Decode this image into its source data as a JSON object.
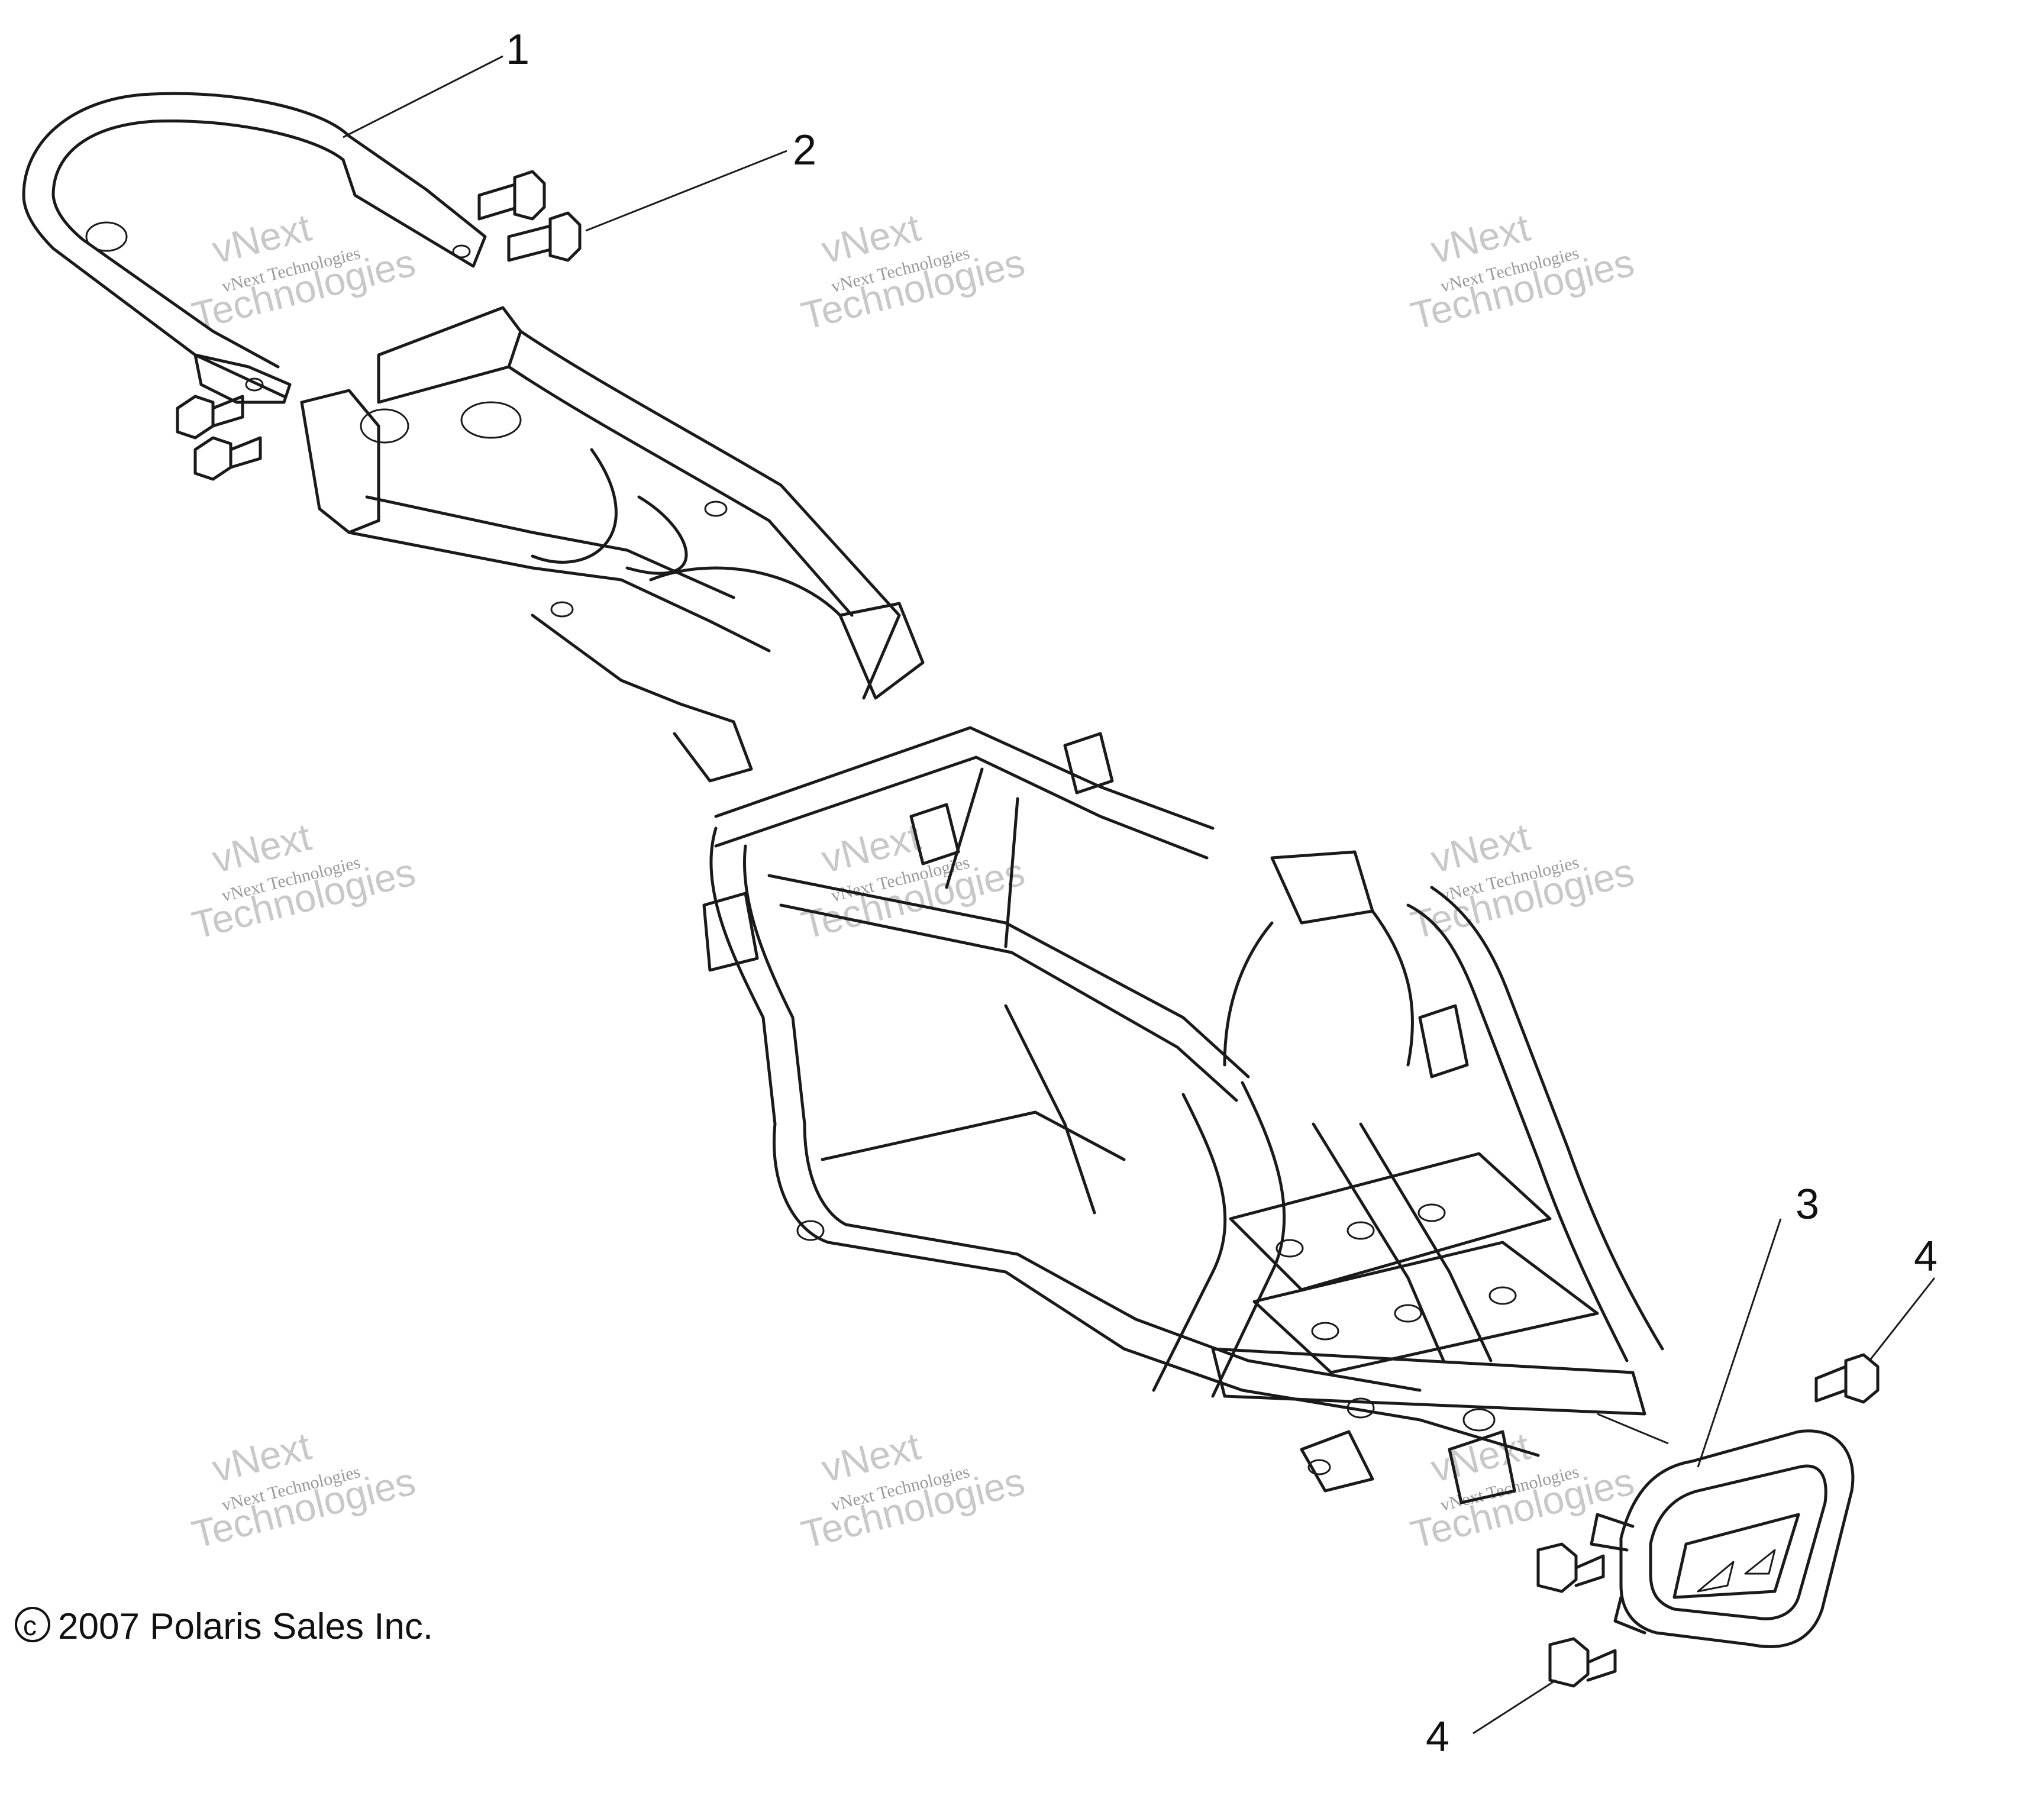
{
  "callouts": [
    {
      "id": "callout-1",
      "label": "1"
    },
    {
      "id": "callout-2",
      "label": "2"
    },
    {
      "id": "callout-3",
      "label": "3"
    },
    {
      "id": "callout-4a",
      "label": "4"
    },
    {
      "id": "callout-4b",
      "label": "4"
    }
  ],
  "watermark": {
    "line1": "vNext",
    "line2": "vNext Technologies",
    "line3": "Technologies"
  },
  "copyright": {
    "symbol": "c",
    "text": "2007 Polaris Sales Inc."
  }
}
